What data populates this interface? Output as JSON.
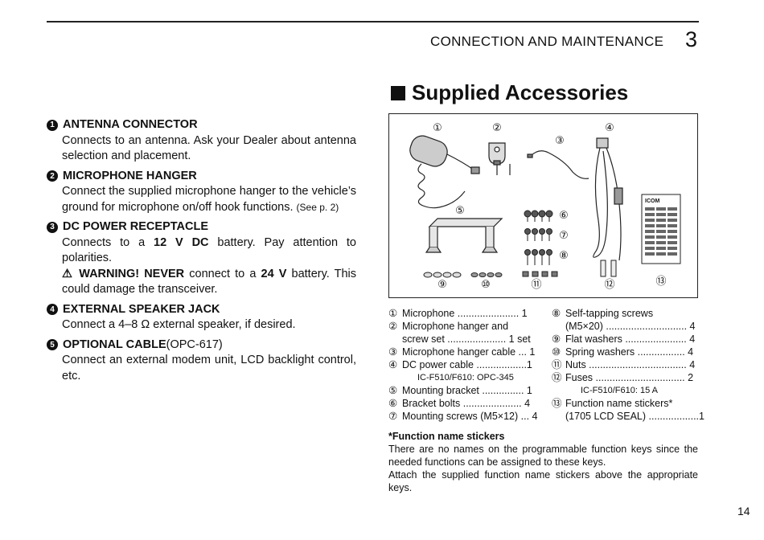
{
  "header": {
    "title": "CONNECTION AND MAINTENANCE",
    "chapter": "3"
  },
  "section_title": "Supplied Accessories",
  "connections": [
    {
      "num": "1",
      "title": "ANTENNA CONNECTOR",
      "title_suffix": "",
      "body": "Connects to an antenna. Ask your Dealer about antenna selection and placement."
    },
    {
      "num": "2",
      "title": "MICROPHONE HANGER",
      "title_suffix": "",
      "body": "Connect the supplied microphone hanger to the vehicle’s ground for microphone on/off hook functions.",
      "body_ref": "(See p. 2)"
    },
    {
      "num": "3",
      "title": "DC POWER RECEPTACLE",
      "title_suffix": "",
      "body_pre": "Connects to a ",
      "body_bold1": "12 V DC",
      "body_mid": " battery. Pay attention to polarities.",
      "warn_icon": "⚠",
      "warn_label": "WARNING! NEVER",
      "warn_mid": " connect to a ",
      "warn_bold": "24 V",
      "warn_post": " battery. This could damage the transceiver."
    },
    {
      "num": "4",
      "title": "EXTERNAL SPEAKER JACK",
      "title_suffix": "",
      "body": "Connect a 4–8 Ω external speaker, if desired."
    },
    {
      "num": "5",
      "title": "OPTIONAL CABLE",
      "title_suffix": " (OPC-617)",
      "body": "Connect an external modem unit, LCD backlight control, etc."
    }
  ],
  "figure_labels": [
    "①",
    "②",
    "③",
    "④",
    "⑤",
    "⑥",
    "⑦",
    "⑧",
    "⑨",
    "⑩",
    "⑪",
    "⑫",
    "⑬"
  ],
  "figure_logo": "ICOM",
  "accessories_left": [
    {
      "num": "①",
      "text": "Microphone ...................... 1"
    },
    {
      "num": "②",
      "text": "Microphone hanger and"
    },
    {
      "num": "",
      "text": "screw set ..................... 1 set"
    },
    {
      "num": "③",
      "text": "Microphone hanger cable ... 1"
    },
    {
      "num": "④",
      "text": "DC power cable ..................1"
    },
    {
      "num": "",
      "text": "IC-F510/F610: OPC-345"
    },
    {
      "num": "⑤",
      "text": "Mounting bracket ............... 1"
    },
    {
      "num": "⑥",
      "text": "Bracket bolts ..................... 4"
    },
    {
      "num": "⑦",
      "text": "Mounting screws (M5×12) ... 4"
    }
  ],
  "accessories_right": [
    {
      "num": "⑧",
      "text": "Self-tapping screws"
    },
    {
      "num": "",
      "text": "(M5×20) ............................. 4"
    },
    {
      "num": "⑨",
      "text": "Flat washers ...................... 4"
    },
    {
      "num": "⑩",
      "text": "Spring washers ................. 4"
    },
    {
      "num": "⑪",
      "text": "Nuts ................................... 4"
    },
    {
      "num": "⑫",
      "text": "Fuses ................................ 2"
    },
    {
      "num": "",
      "text": "IC-F510/F610: 15 A"
    },
    {
      "num": "⑬",
      "text": "Function name stickers*"
    },
    {
      "num": "",
      "text": "(1705 LCD SEAL) ..................1"
    }
  ],
  "note": {
    "title": "*Function name stickers",
    "p1": "There are no names on the programmable function keys since the needed functions can be assigned to these keys.",
    "p2": "Attach the supplied function name stickers above the appropriate keys."
  },
  "page_number": "14"
}
